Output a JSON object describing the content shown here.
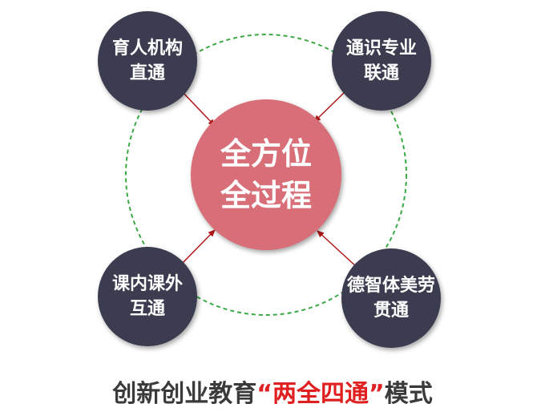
{
  "colors": {
    "outer_node": "#3b3c4f",
    "center_node": "#d86f78",
    "ring": "#3aa845",
    "arrow": "#b01818",
    "caption_text": "#3a3a3a",
    "caption_highlight": "#e02020"
  },
  "center": {
    "line1": "全方位",
    "line2": "全过程"
  },
  "nodes": {
    "top_left": {
      "line1": "育人机构",
      "line2": "直通"
    },
    "top_right": {
      "line1": "通识专业",
      "line2": "联通"
    },
    "bottom_left": {
      "line1": "课内课外",
      "line2": "互通"
    },
    "bottom_right": {
      "line1": "德智体美劳",
      "line2": "贯通"
    }
  },
  "caption": {
    "prefix": "创新创业教育",
    "highlight": "“两全四通”",
    "suffix": "模式"
  }
}
